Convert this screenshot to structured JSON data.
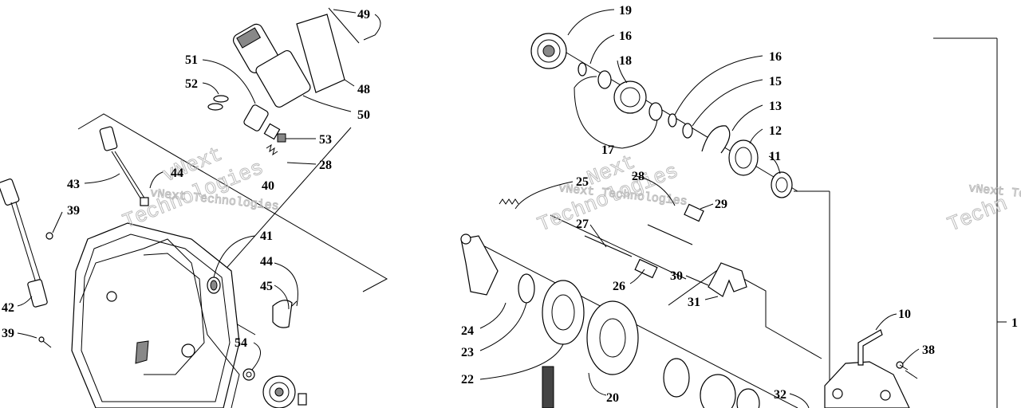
{
  "diagram": {
    "watermark_text": "vNext Technologies",
    "watermark_word_1": "vNext",
    "watermark_word_2": "Technologies",
    "watermark_word_3": "Techn",
    "watermark_word_4": "Next",
    "watermark_right_1": "vNext Te",
    "watermark_right_2": "Techn"
  },
  "callouts": {
    "c49": "49",
    "c48": "48",
    "c50": "50",
    "c51": "51",
    "c52": "52",
    "c53": "53",
    "c28a": "28",
    "c43": "43",
    "c44a": "44",
    "c40": "40",
    "c39a": "39",
    "c41": "41",
    "c44b": "44",
    "c45": "45",
    "c42": "42",
    "c39b": "39",
    "c54": "54",
    "c19": "19",
    "c16a": "16",
    "c18": "18",
    "c16b": "16",
    "c15": "15",
    "c13": "13",
    "c12": "12",
    "c11": "11",
    "c17": "17",
    "c25": "25",
    "c28b": "28",
    "c29": "29",
    "c27": "27",
    "c26": "26",
    "c30": "30",
    "c31": "31",
    "c24": "24",
    "c23": "23",
    "c22": "22",
    "c20": "20",
    "c10": "10",
    "c38": "38",
    "c32": "32",
    "c1": "1"
  }
}
